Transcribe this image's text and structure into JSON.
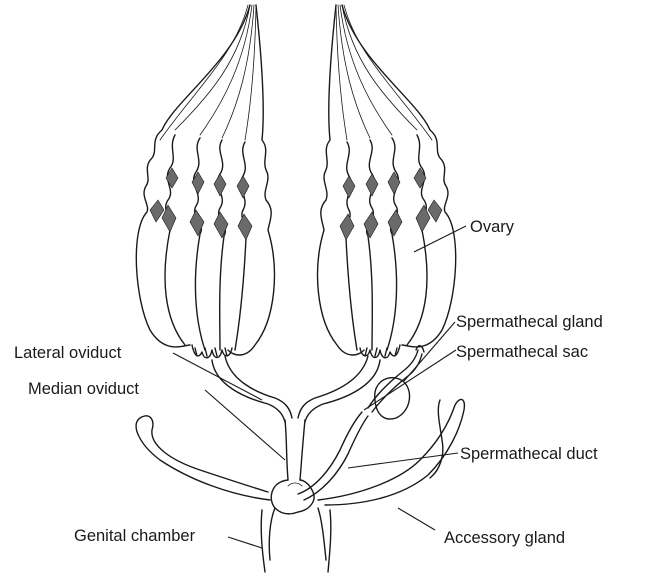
{
  "diagram": {
    "labels": {
      "ovary": "Ovary",
      "spermathecal_gland": "Spermathecal gland",
      "spermathecal_sac": "Spermathecal sac",
      "lateral_oviduct": "Lateral oviduct",
      "median_oviduct": "Median oviduct",
      "spermathecal_duct": "Spermathecal duct",
      "accessory_gland": "Accessory gland",
      "genital_chamber": "Genital chamber"
    }
  }
}
